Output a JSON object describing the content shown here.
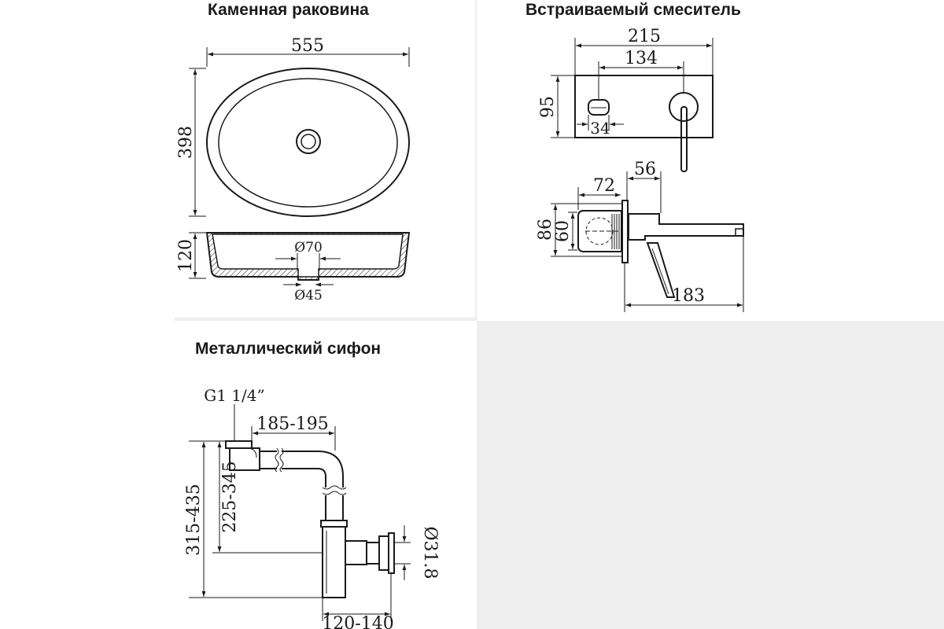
{
  "panels": {
    "sink": {
      "title": "Каменная раковина",
      "dims": {
        "width": "555",
        "height": "398",
        "depth": "120",
        "drain_outer": "Ø70",
        "drain_inner": "Ø45"
      }
    },
    "mixer": {
      "title": "Встраиваемый смеситель",
      "dims": {
        "plate_width": "215",
        "axis_spacing": "134",
        "plate_height": "95",
        "knob": "34",
        "offset": "56",
        "body": "72",
        "outer_h": "86",
        "inner_h": "60",
        "spout": "183"
      }
    },
    "siphon": {
      "title": "Металлический сифон",
      "dims": {
        "thread": "G1 1/4”",
        "reach": "185-195",
        "total_height": "315-435",
        "inlet_height": "225-345",
        "outlet_dia": "Ø31.8",
        "outlet_length": "120-140"
      }
    }
  },
  "colors": {
    "background": "#ffffff",
    "empty_panel": "#eeeeee",
    "ink": "#1a1a1a",
    "divider": "#eeeeee"
  }
}
